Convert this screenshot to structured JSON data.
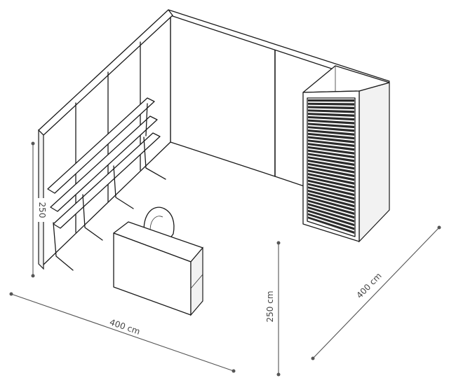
{
  "dimensions": {
    "left_height": "250",
    "front_width": "400 cm",
    "center_height": "250 cm",
    "right_depth": "400 cm"
  },
  "colors": {
    "line": "#1a1a1a",
    "dimension": "#555555",
    "slat": "#2b2b2b"
  }
}
